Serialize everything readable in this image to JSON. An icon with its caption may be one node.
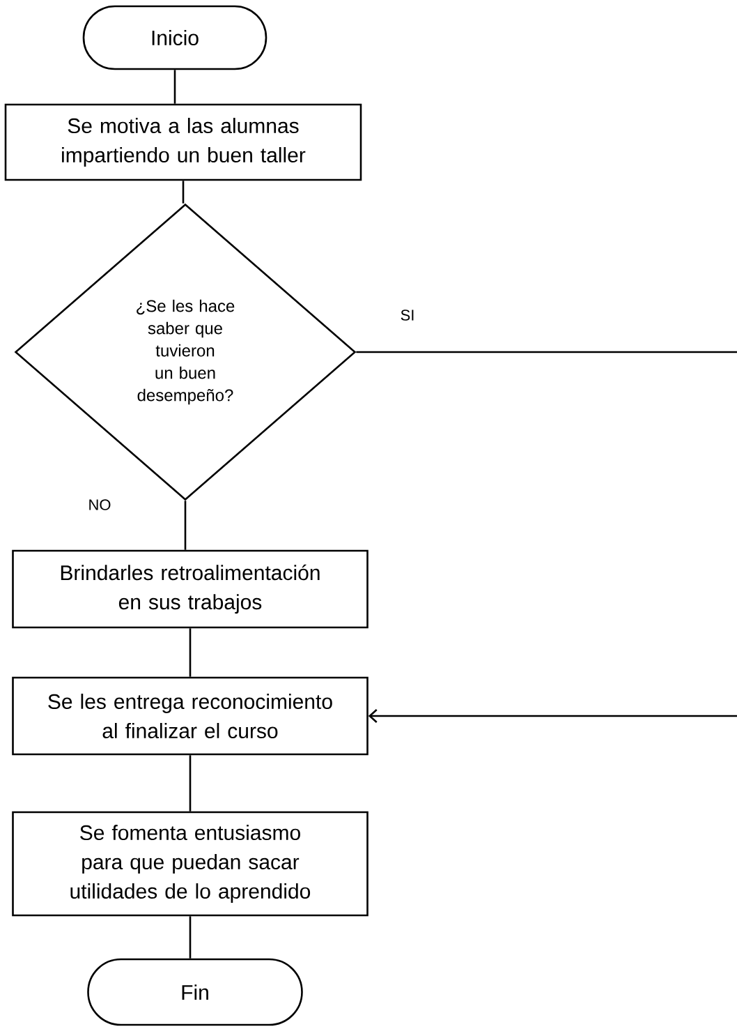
{
  "diagram": {
    "nodes": [
      {
        "text": [
          "Inicio"
        ]
      },
      {
        "text": [
          "Se motiva a las alumnas impartiendo un buen taller"
        ]
      },
      {
        "text": [
          "¿Se les hace saber que tuvieron un buen desempeño?"
        ]
      },
      {
        "text": [
          "Brindarles retroalimentación en sus trabajos"
        ]
      },
      {
        "text": [
          "Se les entrega reconocimiento al finalizar el curso"
        ]
      },
      {
        "text": [
          "Se fomenta entusiasmo para que puedan sacar utilidades de lo aprendido"
        ]
      },
      {
        "text": [
          "Fin"
        ]
      }
    ],
    "edges": [
      {
        "from": 0,
        "to": 1,
        "arrow": "none"
      },
      {
        "from": 1,
        "to": 2,
        "arrow": "none"
      },
      {
        "from": 2,
        "to": 3,
        "arrow": "none",
        "label": "NO"
      },
      {
        "from": 3,
        "to": 4,
        "arrow": "none"
      },
      {
        "from": 4,
        "to": 5,
        "arrow": "none"
      },
      {
        "from": 5,
        "to": 6,
        "arrow": "none"
      },
      {
        "from": 2,
        "to": 4,
        "arrow": "to",
        "label": "SI"
      }
    ]
  }
}
